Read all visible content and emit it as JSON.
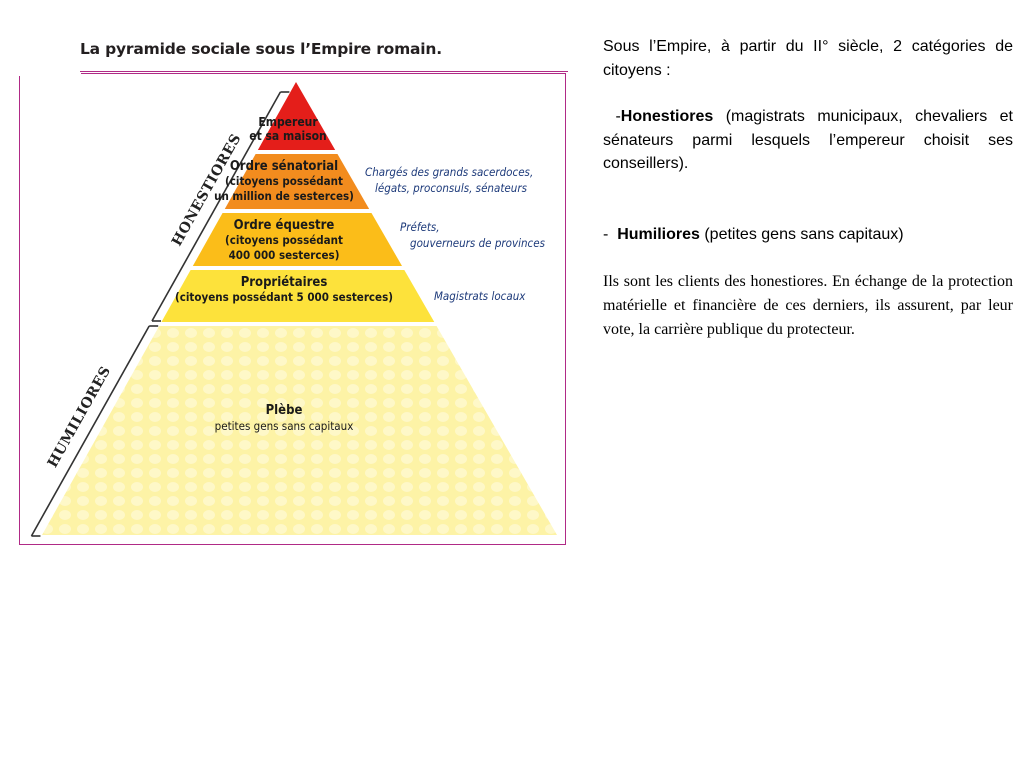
{
  "figure": {
    "title": "La pyramide sociale sous l’Empire romain.",
    "honestiores_label": "HONESTIORES",
    "humiliores_label": "HUMILIORES",
    "levels": [
      {
        "lines": [
          "Empereur",
          "et sa maison"
        ],
        "color": "#e41e1a",
        "note": []
      },
      {
        "lines": [
          "Ordre sénatorial",
          "(citoyens possédant",
          "un million de sesterces)"
        ],
        "color": "#f28c1e",
        "note": [
          "Chargés des grands sacerdoces,",
          "légats, proconsuls, sénateurs"
        ]
      },
      {
        "lines": [
          "Ordre équestre",
          "(citoyens possédant",
          "400 000 sesterces)"
        ],
        "color": "#fbbd19",
        "note": [
          "Préfets,",
          "gouverneurs de provinces"
        ]
      },
      {
        "lines": [
          "Propriétaires",
          "(citoyens possédant 5 000 sesterces)"
        ],
        "color": "#fde23b",
        "note": [
          "Magistrats locaux"
        ]
      },
      {
        "lines": [
          "Plèbe",
          "petites gens sans capitaux"
        ],
        "color": "#fdf3a6",
        "note": []
      }
    ]
  },
  "text": {
    "intro": "Sous l’Empire, à partir du II° siècle, 2 catégories de citoyens :",
    "honestiores_prefix": "-",
    "honestiores_term": "Honestiores",
    "honestiores_desc": " (magistrats municipaux, chevaliers et sénateurs parmi lesquels l’empereur choisit ses conseillers).",
    "humiliores_prefix": "-  ",
    "humiliores_term": "Humiliores",
    "humiliores_desc": " (petites gens sans capitaux)",
    "clients_paragraph": "Ils sont les clients des honestiores. En échange de la protection matérielle et financière de ces derniers, ils assurent, par leur vote, la carrière publique du protecteur."
  }
}
